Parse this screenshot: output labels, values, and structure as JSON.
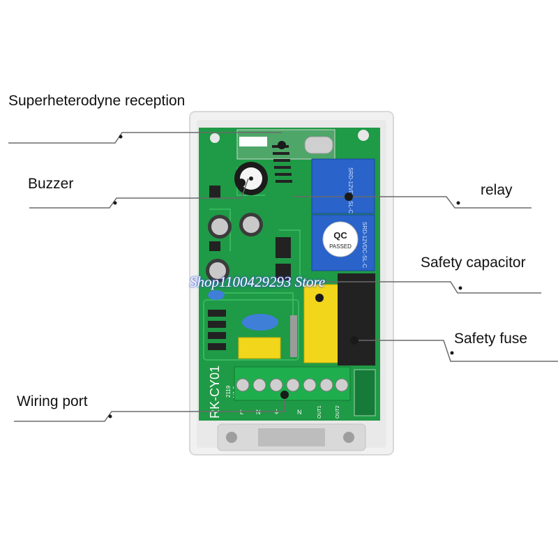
{
  "labels": {
    "superheterodyne": "Superheterodyne reception",
    "buzzer": "Buzzer",
    "relay": "relay",
    "safety_capacitor": "Safety capacitor",
    "safety_fuse": "Safety fuse",
    "wiring_port": "Wiring port"
  },
  "board": {
    "model": "RK-CY01",
    "code": "2119",
    "sub": "V1.0",
    "relay_text": "SRD-12VDC-SL-C",
    "qc_line1": "QC",
    "qc_line2": "PASSED",
    "terminals": [
      "L",
      "N",
      "⏚",
      "N",
      "OUT1",
      "OUT2"
    ]
  },
  "watermark": "Shop1100429293 Store",
  "colors": {
    "pcb": "#1f9a46",
    "pcb_dark": "#137a34",
    "relay": "#2a63c9",
    "capacitor_yellow": "#f2d61b",
    "terminal": "#1fae4e",
    "housing": "#f0f0f0"
  }
}
